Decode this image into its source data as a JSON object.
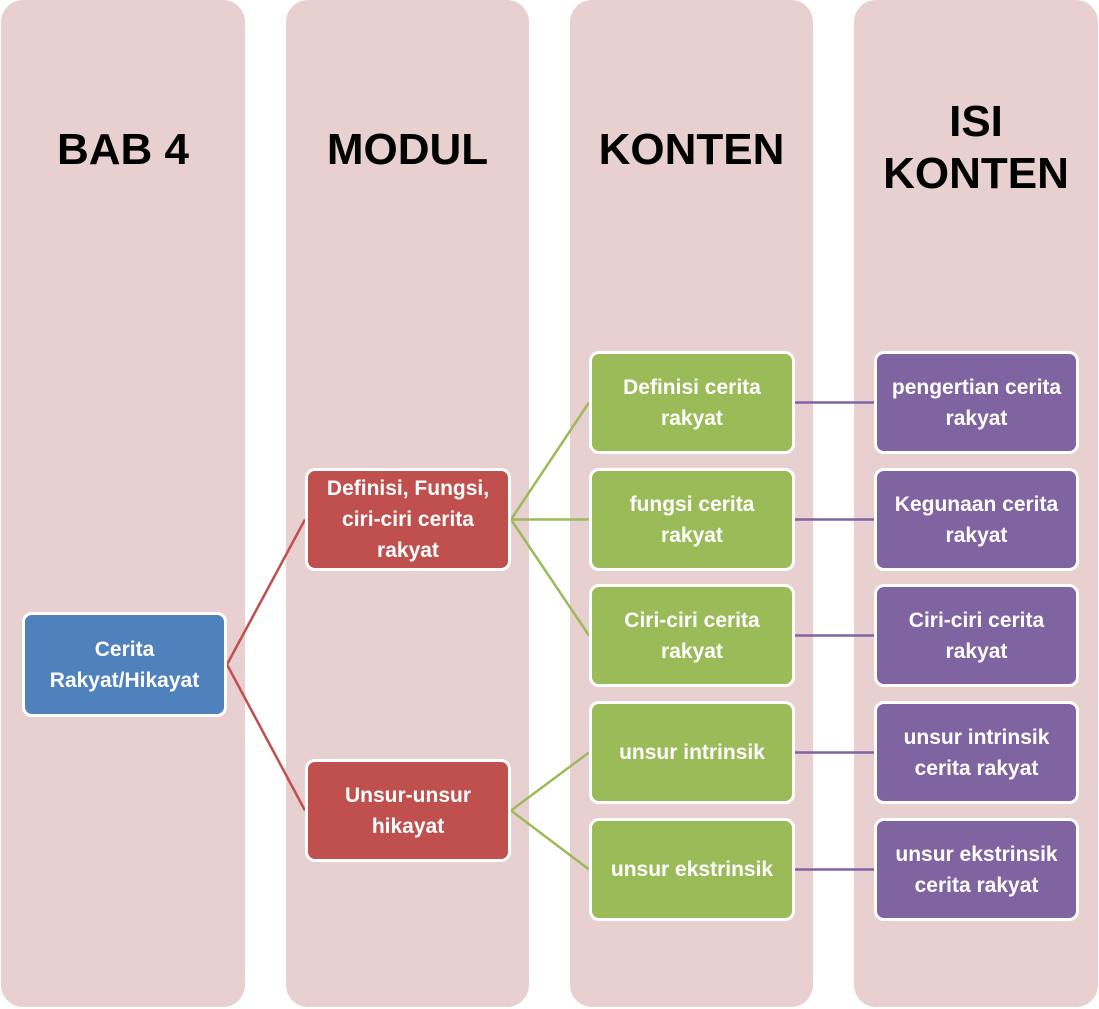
{
  "colors": {
    "column_bg": "#e8cfd0",
    "bab": "#4f81bd",
    "modul": "#c0504d",
    "konten": "#9bbb59",
    "isi_konten": "#8064a2"
  },
  "columns": [
    {
      "title": "BAB 4"
    },
    {
      "title": "MODUL"
    },
    {
      "title": "KONTEN"
    },
    {
      "title": "ISI KONTEN"
    }
  ],
  "bab": {
    "label": "Cerita Rakyat/Hikayat"
  },
  "modul": [
    {
      "label": "Definisi, Fungsi, ciri-ciri cerita rakyat"
    },
    {
      "label": "Unsur-unsur hikayat"
    }
  ],
  "konten": [
    {
      "label": "Definisi cerita rakyat",
      "parent": 0
    },
    {
      "label": "fungsi cerita rakyat",
      "parent": 0
    },
    {
      "label": "Ciri-ciri cerita rakyat",
      "parent": 0
    },
    {
      "label": "unsur intrinsik",
      "parent": 1
    },
    {
      "label": "unsur ekstrinsik",
      "parent": 1
    }
  ],
  "isi_konten": [
    {
      "label": "pengertian cerita rakyat"
    },
    {
      "label": "Kegunaan cerita rakyat"
    },
    {
      "label": "Ciri-ciri cerita rakyat"
    },
    {
      "label": "unsur intrinsik cerita rakyat"
    },
    {
      "label": "unsur ekstrinsik cerita rakyat"
    }
  ]
}
